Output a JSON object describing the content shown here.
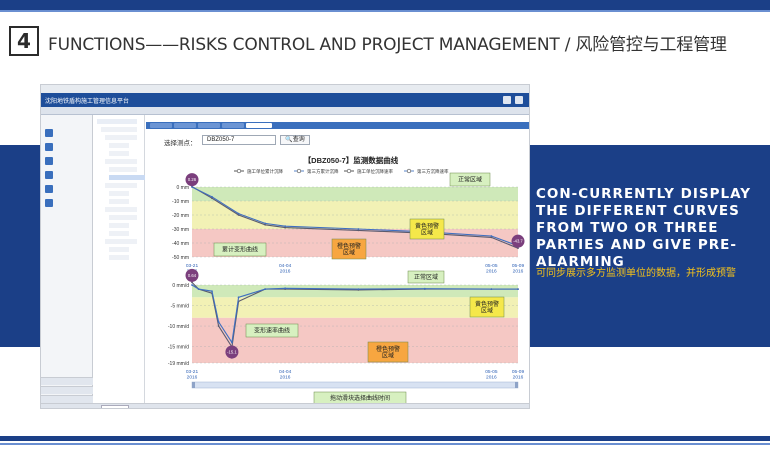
{
  "slide": {
    "number": "4",
    "heading": "FUNCTIONS——RISKS CONTROL AND PROJECT MANAGEMENT / 风险管控与工程管理",
    "description_en": "CON-CURRENTLY DISPLAY THE DIFFERENT CURVES FROM TWO OR THREE PARTIES AND GIVE PRE-ALARMING",
    "description_cn": "可同步展示多方监测单位的数据，并形成预警"
  },
  "app": {
    "logo_text": "沈阳地铁盾构施工管理信息平台",
    "select_label": "选择测点：",
    "select_value": "DBZ050-7",
    "search_label": "查询",
    "chart_title": "【DBZ050-7】监测数据曲线",
    "legend": [
      "施工单位累计沉降",
      "第三方累计沉降",
      "施工单位沉降速率",
      "第三方沉降速率"
    ],
    "callouts": {
      "cumulative_curve": "累计变形曲线",
      "rate_curve": "变形速率曲线",
      "slider_hint": "拖动滑块选择曲线时间",
      "normal_zone_top": "正常区域",
      "normal_zone_bottom": "正常区域",
      "orange_zone_top": "橙色预警\n区域",
      "orange_zone_bottom": "橙色预警\n区域",
      "yellow_zone_top": "黄色预警\n区域",
      "yellow_zone_bottom": "黄色预警\n区域"
    },
    "markers": {
      "start_top": "0.26",
      "end_top": "-43.7",
      "start_bottom": "0.64",
      "min_bottom": "-15.1"
    }
  },
  "chart_data": [
    {
      "type": "line",
      "title": "【DBZ050-7】监测数据曲线",
      "ylabel": "mm",
      "yticks": [
        "0 mm",
        "-10 mm",
        "-20 mm",
        "-30 mm",
        "-40 mm",
        "-50 mm"
      ],
      "ylim": [
        -50,
        0
      ],
      "xticks": [
        "03-21\n2016",
        "04-04\n2016",
        "05-05\n2016",
        "05-09\n2016"
      ],
      "series": [
        {
          "name": "施工单位累计沉降",
          "x": [
            "03-21",
            "03-24",
            "03-28",
            "04-01",
            "04-04",
            "04-15",
            "04-25",
            "05-05",
            "05-09"
          ],
          "values": [
            0.26,
            -8,
            -20,
            -27,
            -29,
            -31,
            -33,
            -36,
            -43.7
          ]
        },
        {
          "name": "第三方累计沉降",
          "x": [
            "03-21",
            "03-24",
            "03-28",
            "04-01",
            "04-04",
            "04-15",
            "04-25",
            "05-05",
            "05-09"
          ],
          "values": [
            0,
            -7,
            -19,
            -26,
            -28,
            -30,
            -32,
            -35,
            -42
          ]
        }
      ],
      "zones": [
        {
          "name": "正常区域",
          "from": 0,
          "to": -10,
          "color": "#cfe9b9"
        },
        {
          "name": "黄色预警区域",
          "from": -10,
          "to": -30,
          "color": "#f2f1b5"
        },
        {
          "name": "橙色预警区域",
          "from": -30,
          "to": -50,
          "color": "#f5c8c4"
        }
      ]
    },
    {
      "type": "line",
      "ylabel": "mm/d",
      "yticks": [
        "0 mm/d",
        "-5 mm/d",
        "-10 mm/d",
        "-15 mm/d",
        "-19 mm/d"
      ],
      "ylim": [
        -19,
        0
      ],
      "xticks": [
        "03-21\n2016",
        "04-04\n2016",
        "05-05\n2016",
        "05-09\n2016"
      ],
      "series": [
        {
          "name": "施工单位沉降速率",
          "x": [
            "03-21",
            "03-22",
            "03-24",
            "03-25",
            "03-27",
            "03-28",
            "04-01",
            "04-04",
            "04-15",
            "04-25",
            "05-05",
            "05-09"
          ],
          "values": [
            0.64,
            -1,
            -2,
            -10,
            -15.1,
            -4,
            -1,
            -1,
            -1.2,
            -1,
            -1,
            -1
          ]
        },
        {
          "name": "第三方沉降速率",
          "x": [
            "03-21",
            "03-22",
            "03-24",
            "03-25",
            "03-27",
            "03-28",
            "04-01",
            "04-04",
            "04-15",
            "04-25",
            "05-05",
            "05-09"
          ],
          "values": [
            0,
            -1,
            -1.5,
            -9,
            -14,
            -3,
            -1,
            -0.8,
            -1,
            -0.9,
            -1,
            -1
          ]
        }
      ]
    }
  ],
  "colors": {
    "brand_blue": "#1b3f87",
    "highlight_yellow": "#f5c21a",
    "callout_green": "#d7f0c0",
    "callout_orange": "#f7a640",
    "marker_purple": "#7b3f7d"
  }
}
